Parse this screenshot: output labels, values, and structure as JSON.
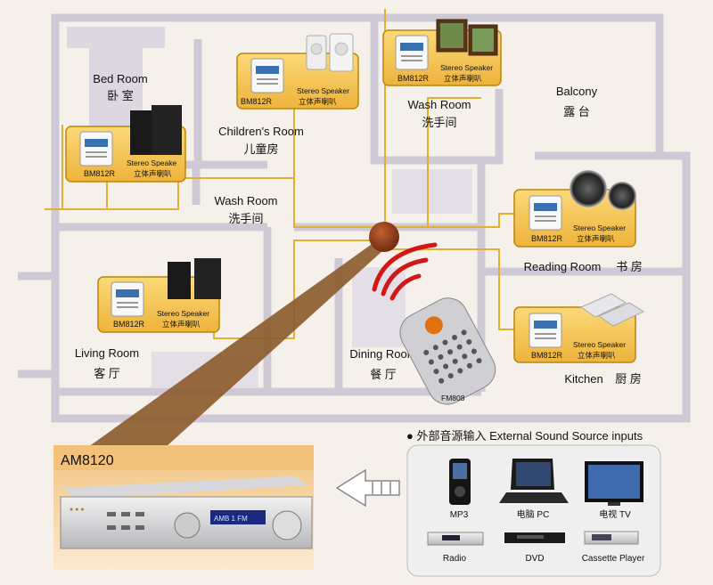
{
  "rooms": {
    "bedroom": {
      "en": "Bed Room",
      "zh": "卧 室"
    },
    "children": {
      "en": "Children's Room",
      "zh": "儿童房"
    },
    "wash_top": {
      "en": "Wash Room",
      "zh": "洗手间"
    },
    "balcony": {
      "en": "Balcony",
      "zh": "露 台"
    },
    "wash_mid": {
      "en": "Wash Room",
      "zh": "洗手间"
    },
    "reading": {
      "en": "Reading Room",
      "zh": "书 房"
    },
    "living": {
      "en": "Living Room",
      "zh": "客 厅"
    },
    "dining": {
      "en": "Dining Room",
      "zh": "餐 厅"
    },
    "kitchen": {
      "en": "Kitchen",
      "zh": "厨 房"
    }
  },
  "panels": [
    {
      "model": "BM812R",
      "speaker_en": "Stereo Speaker",
      "speaker_zh": "立体声喇叭"
    },
    {
      "model": "BM812R",
      "speaker_en": "Stereo Speake",
      "speaker_zh": "立体声喇叭"
    },
    {
      "model": "BM812R",
      "speaker_en": "Stereo Speaker",
      "speaker_zh": "立体声喇叭"
    },
    {
      "model": "BM812R",
      "speaker_en": "Stereo Speaker",
      "speaker_zh": "立体声喇叭"
    },
    {
      "model": "BM812R",
      "speaker_en": "Stereo Speaker",
      "speaker_zh": "立体声喇叭"
    },
    {
      "model": "BM812R",
      "speaker_en": "Stereo Speaker",
      "speaker_zh": "立体声喇叭"
    }
  ],
  "remote_model": "FM808",
  "amplifier": {
    "model": "AM8120",
    "display": "AMB 1 FM"
  },
  "sources": {
    "title": "● 外部音源输入  External Sound Source inputs",
    "items": [
      {
        "label": "MP3",
        "icon": "mp3-player-icon"
      },
      {
        "label": "电脑  PC",
        "icon": "laptop-icon"
      },
      {
        "label": "电视  TV",
        "icon": "tv-icon"
      },
      {
        "label": "Radio",
        "icon": "radio-icon"
      },
      {
        "label": "DVD",
        "icon": "dvd-player-icon"
      },
      {
        "label": "Cassette Player",
        "icon": "cassette-player-icon"
      }
    ]
  },
  "colors": {
    "panel_fill": "#f6c65a",
    "panel_border": "#b8860b",
    "hub": "#8b3a1a",
    "wiring": "#e0b030",
    "floorplan_wall": "#cfc9d6",
    "beam": "#8b5a2b"
  }
}
